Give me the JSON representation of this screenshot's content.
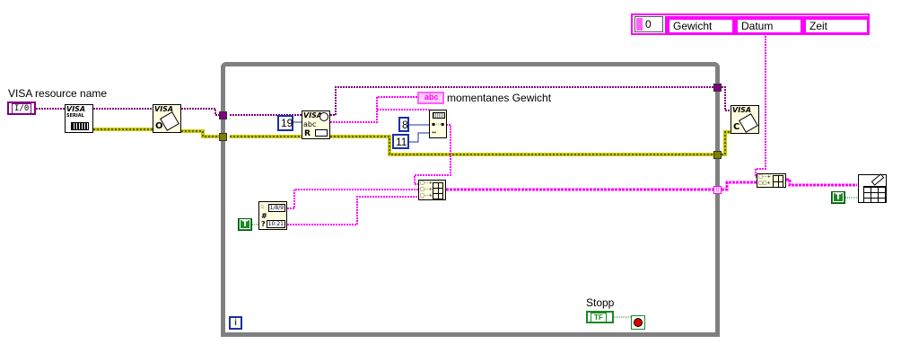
{
  "diagram": {
    "type": "LabVIEW block diagram",
    "visa_resource": {
      "label": "VISA resource name",
      "terminal_text": "I/0"
    },
    "nodes": {
      "visa_serial_config": {
        "title": "VISA",
        "subtitle": "SERIAL"
      },
      "visa_open": {
        "title": "VISA",
        "mark": "O"
      },
      "visa_read": {
        "title": "VISA",
        "mid": "abc",
        "mark": "R"
      },
      "visa_close": {
        "title": "VISA",
        "mark": "C"
      },
      "string_subset": {
        "name": "String Subset"
      },
      "build_array_inner": {
        "name": "Build Array"
      },
      "build_array_outer": {
        "name": "Build Array"
      },
      "date_time_string": {
        "date_text": "1/8/9",
        "time_text": "10:21"
      },
      "write_spreadsheet": {
        "name": "Write To Spreadsheet File"
      }
    },
    "constants": {
      "read_byte_count": "19",
      "subset_offset": "8",
      "subset_length": "11",
      "bool_true_datetime": "T",
      "bool_true_spreadsheet": "T"
    },
    "indicator": {
      "label": "momentanes Gewicht",
      "terminal_text": "abc"
    },
    "header_array": {
      "index": "0",
      "items": [
        "Gewicht",
        "Datum",
        "Zeit"
      ]
    },
    "stop_control": {
      "label": "Stopp",
      "terminal_text": "TF"
    },
    "iteration_terminal": "i",
    "colors": {
      "string_wire": "#ff00ff",
      "visa_wire": "#800080",
      "error_wire": "#c8c800",
      "loop_border": "#808080",
      "numeric_const": "#1a2fa8",
      "boolean": "#1a8a22"
    }
  }
}
